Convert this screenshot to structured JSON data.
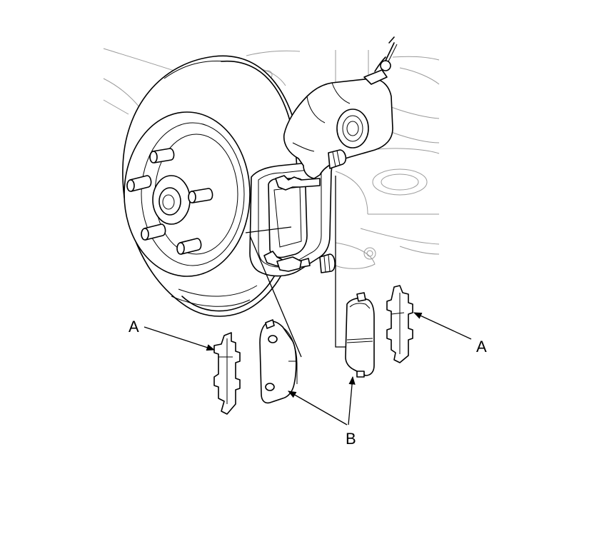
{
  "labels": {
    "shim_left": "A",
    "shim_right": "A",
    "pads": "B"
  },
  "colors": {
    "line": "#000000",
    "background_line": "#9a9a9a",
    "paper": "#ffffff"
  }
}
